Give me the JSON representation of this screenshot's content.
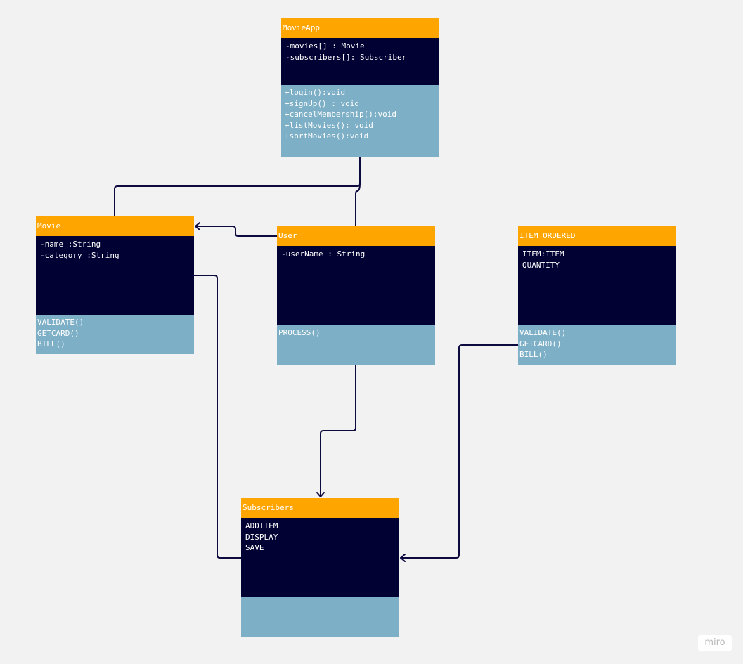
{
  "classes": {
    "movieapp": {
      "name": "MovieApp",
      "attributes": [
        "-movies[] : Movie",
        "-subscribers[]: Subscriber"
      ],
      "methods": [
        "+login():void",
        "+signUp() : void",
        "+cancelMembership():void",
        "+listMovies(): void",
        "+sortMovies():void"
      ]
    },
    "movie": {
      "name": "Movie",
      "attributes": [
        "-name :String",
        "-category :String"
      ],
      "methods": [
        "VALIDATE()",
        "GETCARD()",
        "BILL()"
      ]
    },
    "user": {
      "name": "User",
      "attributes": [
        "-userName : String"
      ],
      "methods": [
        "PROCESS()"
      ]
    },
    "item_ordered": {
      "name": "ITEM ORDERED",
      "attributes": [
        "ITEM:ITEM",
        "QUANTITY"
      ],
      "methods": [
        "VALIDATE()",
        "GETCARD()",
        "BILL()"
      ]
    },
    "subscribers": {
      "name": "Subscribers",
      "attributes": [
        "ADDITEM",
        "DISPLAY",
        "SAVE"
      ],
      "methods": []
    }
  },
  "connectors": [
    {
      "from": "movieapp",
      "to": "movie",
      "arrow": "none"
    },
    {
      "from": "movieapp",
      "to": "user",
      "arrow": "none"
    },
    {
      "from": "user",
      "to": "movie",
      "arrow": "open"
    },
    {
      "from": "user",
      "to": "subscribers",
      "arrow": "open"
    },
    {
      "from": "movie",
      "to": "subscribers",
      "arrow": "none"
    },
    {
      "from": "item_ordered",
      "to": "subscribers",
      "arrow": "open"
    }
  ],
  "colors": {
    "background": "#f2f2f2",
    "header": "#ffa500",
    "attributes": "#020133",
    "methods": "#7dafc6",
    "connector": "#0c0a3e"
  },
  "watermark": "miro"
}
